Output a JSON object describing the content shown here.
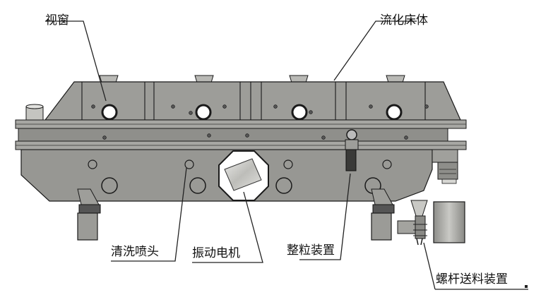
{
  "labels": {
    "sight_window": "视窗",
    "fluid_bed_body": "流化床体",
    "cleaning_nozzle": "清洗喷头",
    "vibration_motor": "振动电机",
    "granulating_device": "整粒装置",
    "screw_feeder": "螺杆送料装置"
  },
  "colors": {
    "body_fill": "#9a9a96",
    "outline": "#1a1a1a",
    "leader_line": "#222222",
    "background": "#ffffff"
  }
}
